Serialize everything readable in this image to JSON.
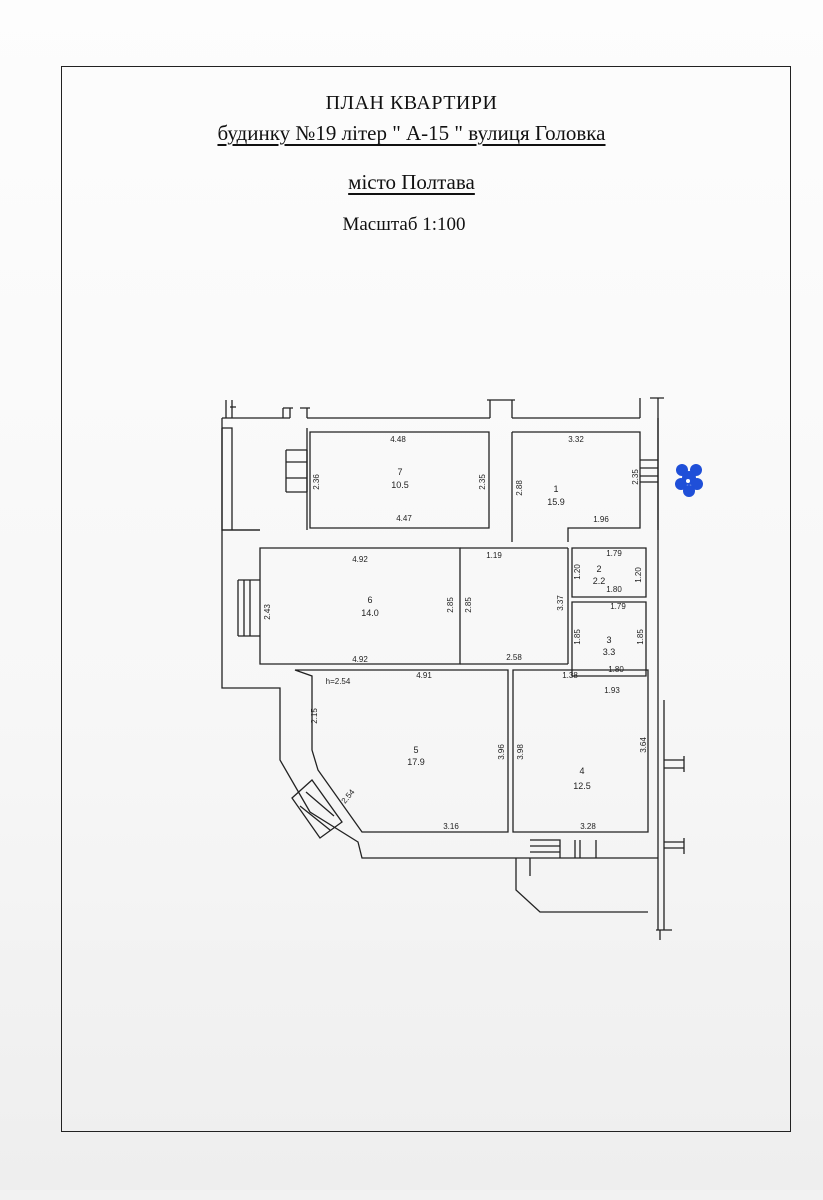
{
  "document": {
    "title_line1": "ПЛАН КВАРТИРИ",
    "title_line2": "будинку  №19  літер \" А-15 \"  вулиця Головка",
    "title_line3": "місто  Полтава",
    "scale_text": "Масштаб 1:100"
  },
  "rooms": [
    {
      "number": "7",
      "area": "10.5"
    },
    {
      "number": "1",
      "area": "15.9"
    },
    {
      "number": "6",
      "area": "14.0"
    },
    {
      "number": "2",
      "area": "2.2"
    },
    {
      "number": "3",
      "area": "3.3"
    },
    {
      "number": "5",
      "area": "17.9"
    },
    {
      "number": "4",
      "area": "12.5"
    }
  ],
  "dimensions": {
    "r7_top": "4.48",
    "r7_bottom": "4.47",
    "r7_left": "2.36",
    "r7_right": "2.35",
    "r1_top": "3.32",
    "r1_left": "2.88",
    "r1_right": "2.35",
    "r1_bottom": "1.96",
    "r6_top": "4.92",
    "r6_bottom": "4.92",
    "r6_left": "2.43",
    "r6_right": "2.85",
    "hall_left": "2.85",
    "hall_top": "1.19",
    "hall_right": "3.37",
    "hall_bottom": "2.58",
    "r2_top": "1.79",
    "r2_bottom": "1.80",
    "r2_left": "1.20",
    "r2_right": "1.20",
    "r3_top": "1.79",
    "r3_bottom": "1.80",
    "r3_left": "1.85",
    "r3_right": "1.85",
    "r5_h": "h=2.54",
    "r5_top": "4.91",
    "r5_left": "2.15",
    "r5_diag": "2.54",
    "r5_right": "3.96",
    "r5_bottom": "3.16",
    "r4_top_a": "1.38",
    "r4_top_b": "1.93",
    "r4_left": "3.98",
    "r4_right": "3.64",
    "r4_bottom": "3.28"
  },
  "colors": {
    "ink": "#222222",
    "marker": "#1f4fd8"
  }
}
